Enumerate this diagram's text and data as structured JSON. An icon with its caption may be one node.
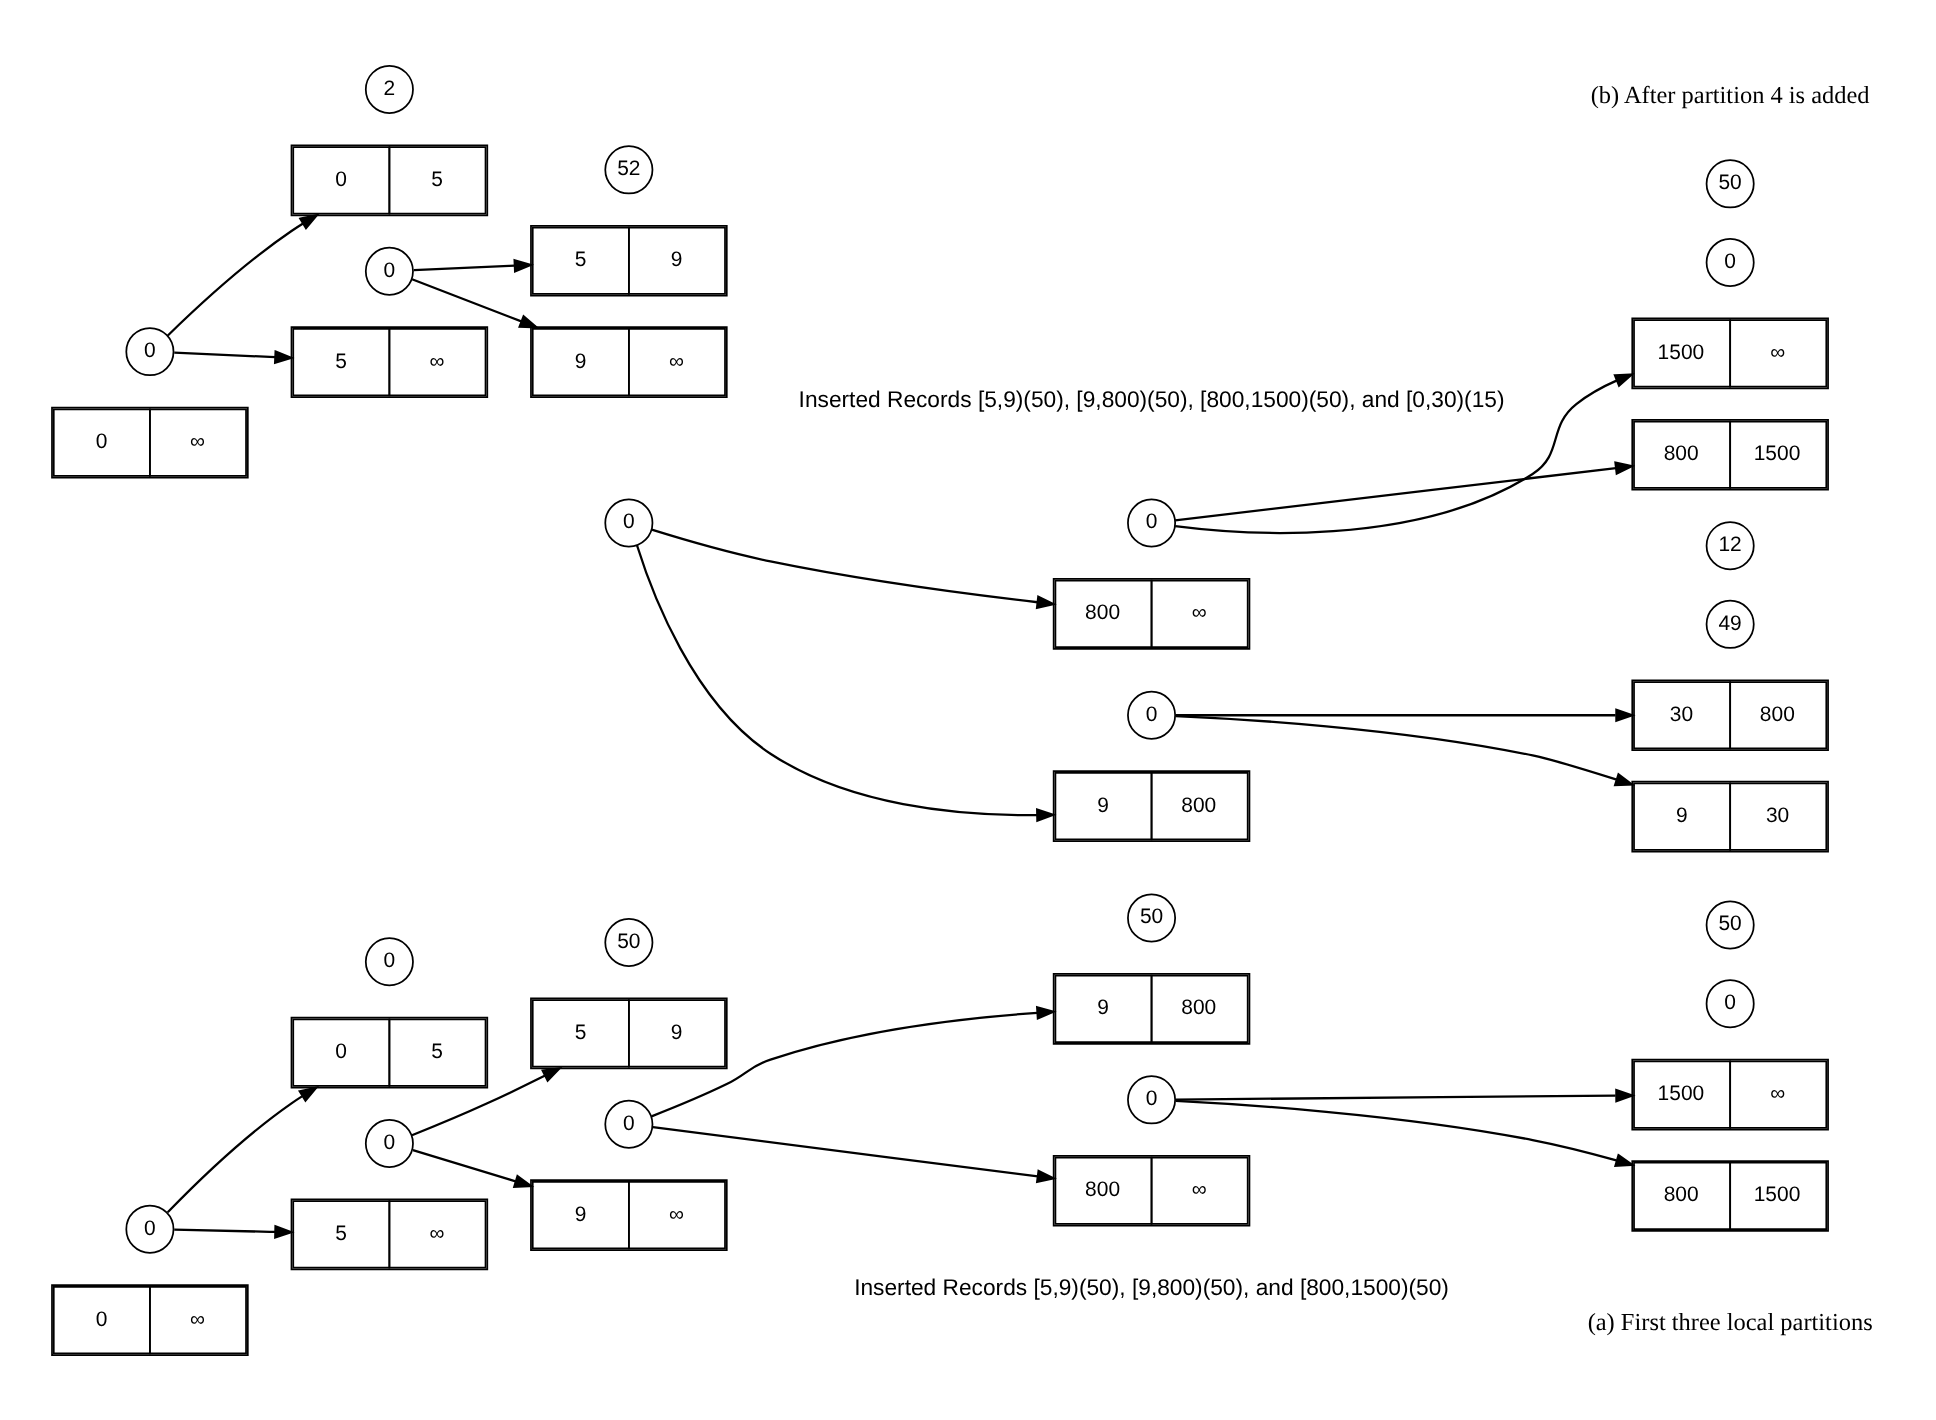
{
  "diagram": {
    "nodes": [
      {
        "text": [
          "0",
          "∞"
        ]
      },
      {
        "text": [
          "0"
        ]
      },
      {
        "text": [
          "0",
          "5"
        ]
      },
      {
        "text": [
          "0"
        ]
      },
      {
        "text": [
          "5",
          "∞"
        ]
      },
      {
        "text": [
          "0"
        ]
      },
      {
        "text": [
          "5",
          "9"
        ]
      },
      {
        "text": [
          "50"
        ]
      },
      {
        "text": [
          "9",
          "∞"
        ]
      },
      {
        "text": [
          "0"
        ]
      },
      {
        "text": [
          "9",
          "800"
        ]
      },
      {
        "text": [
          "50"
        ]
      },
      {
        "text": [
          "800",
          "∞"
        ]
      },
      {
        "text": [
          "0"
        ]
      },
      {
        "text": [
          "800",
          "1500"
        ]
      },
      {
        "text": [
          "50"
        ]
      },
      {
        "text": [
          "1500",
          "∞"
        ]
      },
      {
        "text": [
          "0"
        ]
      },
      {
        "text": [
          "0",
          "∞"
        ]
      },
      {
        "text": [
          "0"
        ]
      },
      {
        "text": [
          "0",
          "5"
        ]
      },
      {
        "text": [
          "2"
        ]
      },
      {
        "text": [
          "5",
          "∞"
        ]
      },
      {
        "text": [
          "0"
        ]
      },
      {
        "text": [
          "5",
          "9"
        ]
      },
      {
        "text": [
          "52"
        ]
      },
      {
        "text": [
          "9",
          "∞"
        ]
      },
      {
        "text": [
          "0"
        ]
      },
      {
        "text": [
          "9",
          "800"
        ]
      },
      {
        "text": [
          "0"
        ]
      },
      {
        "text": [
          "800",
          "∞"
        ]
      },
      {
        "text": [
          "0"
        ]
      },
      {
        "text": [
          "9",
          "30"
        ]
      },
      {
        "text": [
          "12"
        ]
      },
      {
        "text": [
          "30",
          "800"
        ]
      },
      {
        "text": [
          "49"
        ]
      },
      {
        "text": [
          "800",
          "1500"
        ]
      },
      {
        "text": [
          "50"
        ]
      },
      {
        "text": [
          "1500",
          "∞"
        ]
      },
      {
        "text": [
          "0"
        ]
      }
    ],
    "edges": [
      {
        "from": 1,
        "to": 2,
        "arrow": "to"
      },
      {
        "from": 1,
        "to": 4,
        "arrow": "to"
      },
      {
        "from": 5,
        "to": 6,
        "arrow": "to"
      },
      {
        "from": 5,
        "to": 8,
        "arrow": "to"
      },
      {
        "from": 9,
        "to": 10,
        "arrow": "to"
      },
      {
        "from": 9,
        "to": 12,
        "arrow": "to"
      },
      {
        "from": 13,
        "to": 14,
        "arrow": "to"
      },
      {
        "from": 13,
        "to": 16,
        "arrow": "to"
      },
      {
        "from": 19,
        "to": 20,
        "arrow": "to"
      },
      {
        "from": 19,
        "to": 22,
        "arrow": "to"
      },
      {
        "from": 23,
        "to": 24,
        "arrow": "to"
      },
      {
        "from": 23,
        "to": 26,
        "arrow": "to"
      },
      {
        "from": 27,
        "to": 28,
        "arrow": "to"
      },
      {
        "from": 27,
        "to": 30,
        "arrow": "to"
      },
      {
        "from": 29,
        "to": 32,
        "arrow": "to"
      },
      {
        "from": 29,
        "to": 34,
        "arrow": "to"
      },
      {
        "from": 31,
        "to": 36,
        "arrow": "to"
      },
      {
        "from": 31,
        "to": 38,
        "arrow": "to"
      }
    ],
    "labels": [
      "Inserted Records [5,9)(50), [9,800)(50), and [800,1500)(50)",
      "(a) First three local partitions",
      "Inserted Records [5,9)(50), [9,800)(50), [800,1500)(50), and [0,30)(15)",
      "(b) After partition 4 is added"
    ]
  }
}
